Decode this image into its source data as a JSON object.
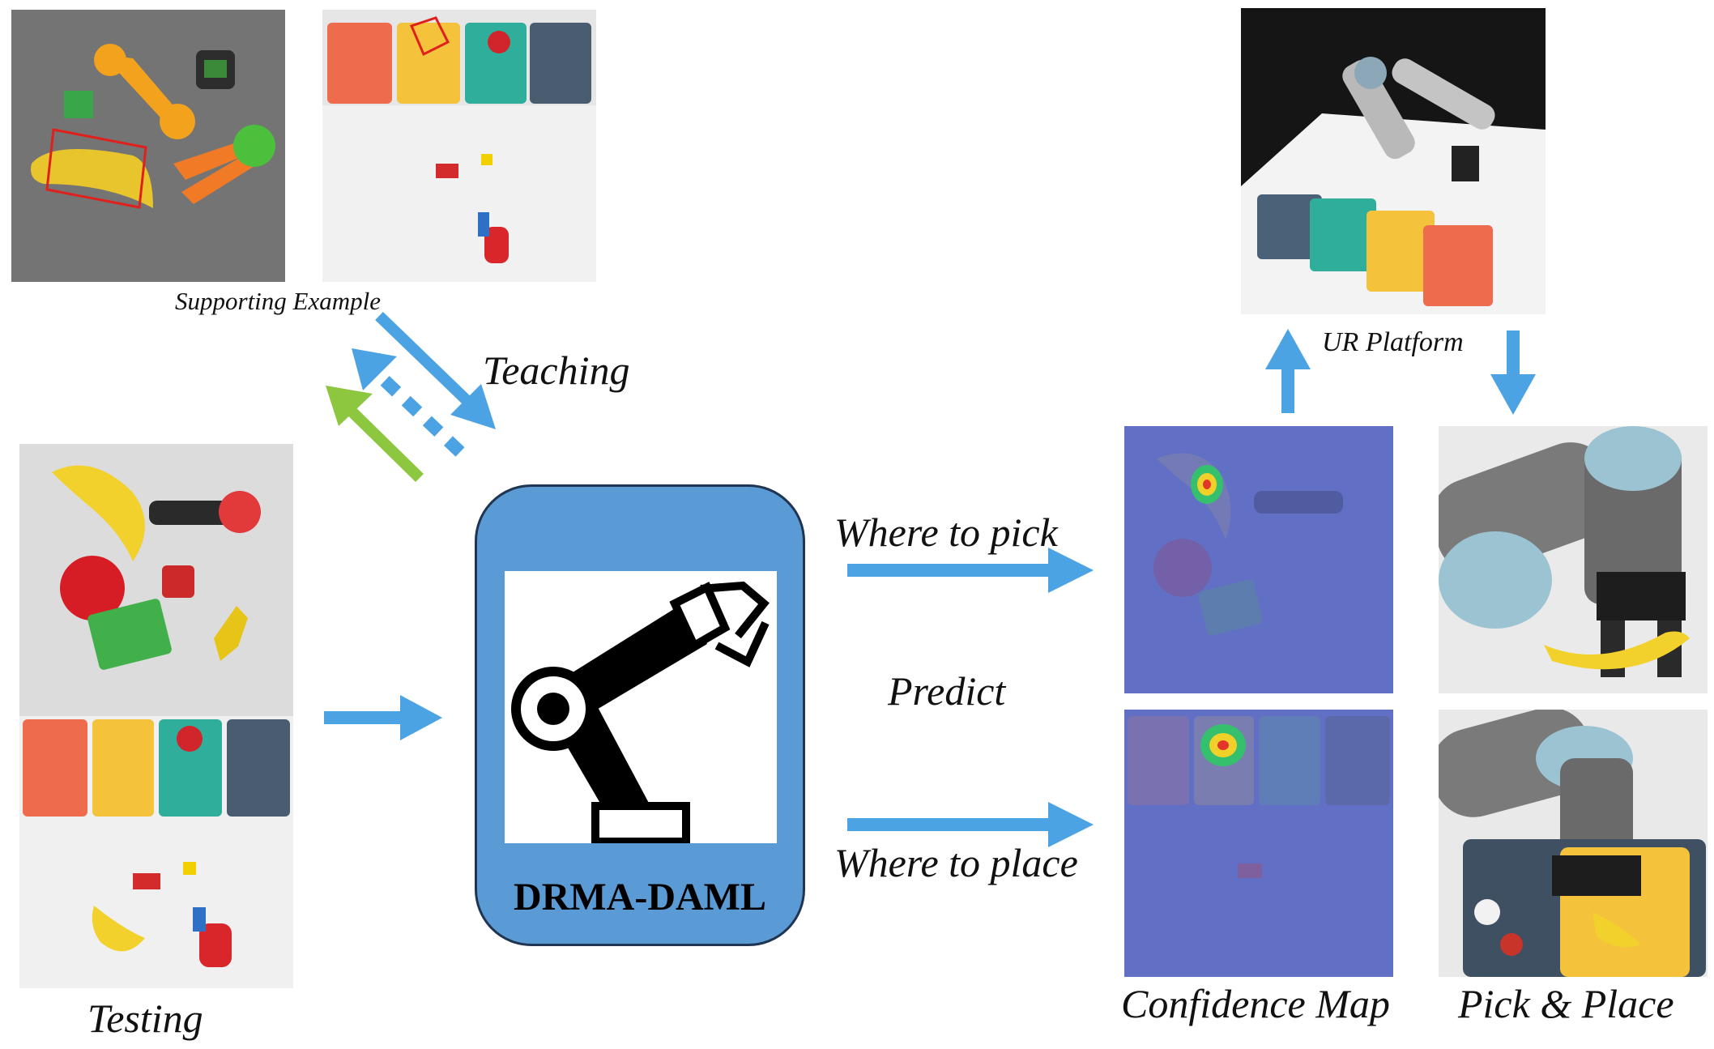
{
  "labels": {
    "supporting_example": "Supporting Example",
    "teaching": "Teaching",
    "testing": "Testing",
    "model_name": "DRMA-DAML",
    "where_to_pick": "Where to pick",
    "predict": "Predict",
    "where_to_place": "Where to place",
    "confidence_map": "Confidence Map",
    "pick_place": "Pick & Place",
    "ur_platform": "UR Platform"
  },
  "colors": {
    "arrow_blue": "#4ba3e3",
    "arrow_green": "#8dc63f",
    "model_fill": "#5b9bd5",
    "heatmap_bg": "#5f6fc7"
  },
  "icons": {
    "model": "robot-arm-icon"
  }
}
